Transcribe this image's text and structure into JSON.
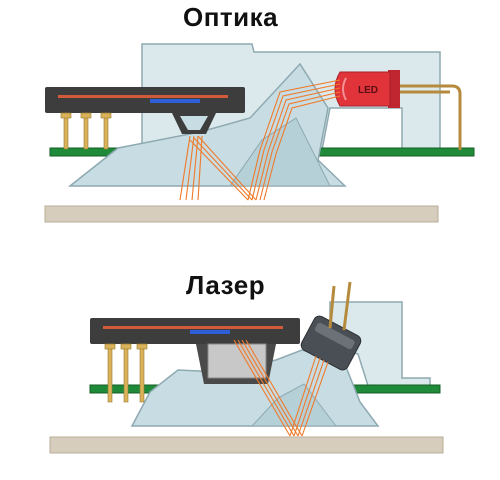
{
  "titles": {
    "optical": "Оптика",
    "laser": "Лазер"
  },
  "labels": {
    "led": "LED"
  },
  "colors": {
    "housing_fill": "#c7dde3",
    "housing_stroke": "#8ea9b1",
    "sensor_body": "#3d3d3d",
    "pcb_green": "#1f8a3a",
    "desk_surface": "#d6cdbd",
    "light_beam": "#f07a2a",
    "led_red": "#e0343a",
    "pin_gold": "#d9b25a",
    "laser_housing": "#4a4f55"
  },
  "icons": {
    "led": "led-icon",
    "laser_diode": "laser-diode-icon",
    "sensor_chip": "sensor-chip-icon"
  }
}
